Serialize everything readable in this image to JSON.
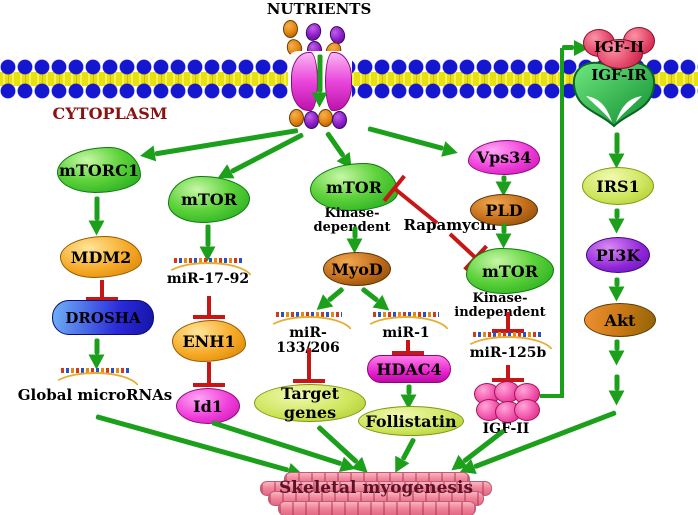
{
  "diagram": {
    "nutrients": "NUTRIENTS",
    "cytoplasm": "CYTOPLASM",
    "receptor_complex": {
      "igf2_ligand": "IGF-II",
      "igf1r": "IGF-IR"
    },
    "left_pathway": {
      "mtorc1": "mTORC1",
      "mdm2": "MDM2",
      "drosha": "DROSHA",
      "global_micrornas": "Global microRNAs"
    },
    "mir1792_pathway": {
      "mtor": "mTOR",
      "mir_17_92": "miR-17-92",
      "enh1": "ENH1",
      "id1": "Id1"
    },
    "kinase_dependent_pathway": {
      "mtor": "mTOR",
      "caption": "Kinase-dependent",
      "myod": "MyoD",
      "mir_133_206": "miR-133/206",
      "mir_1": "miR-1",
      "hdac4": "HDAC4",
      "target_genes": "Target genes",
      "follistatin": "Follistatin"
    },
    "rapamycin": "Rapamycin",
    "kinase_independent_pathway": {
      "vps34": "Vps34",
      "pld": "PLD",
      "mtor": "mTOR",
      "caption": "Kinase-independent",
      "mir_125b": "miR-125b",
      "igf2": "IGF-II"
    },
    "igf_signaling": {
      "irs1": "IRS1",
      "pi3k": "PI3K",
      "akt": "Akt"
    },
    "outcome": "Skeletal myogenesis"
  },
  "colors": {
    "arrow_green": "#1ca01c",
    "inhibition_red": "#c61616",
    "cytoplasm_text": "#8b1212",
    "outcome_text": "#5c1226",
    "membrane_blue": "#1517d0",
    "membrane_yellow": "#e8e013",
    "channel_magenta": "#ea46dc",
    "muscle_pink": "#ef8399"
  }
}
